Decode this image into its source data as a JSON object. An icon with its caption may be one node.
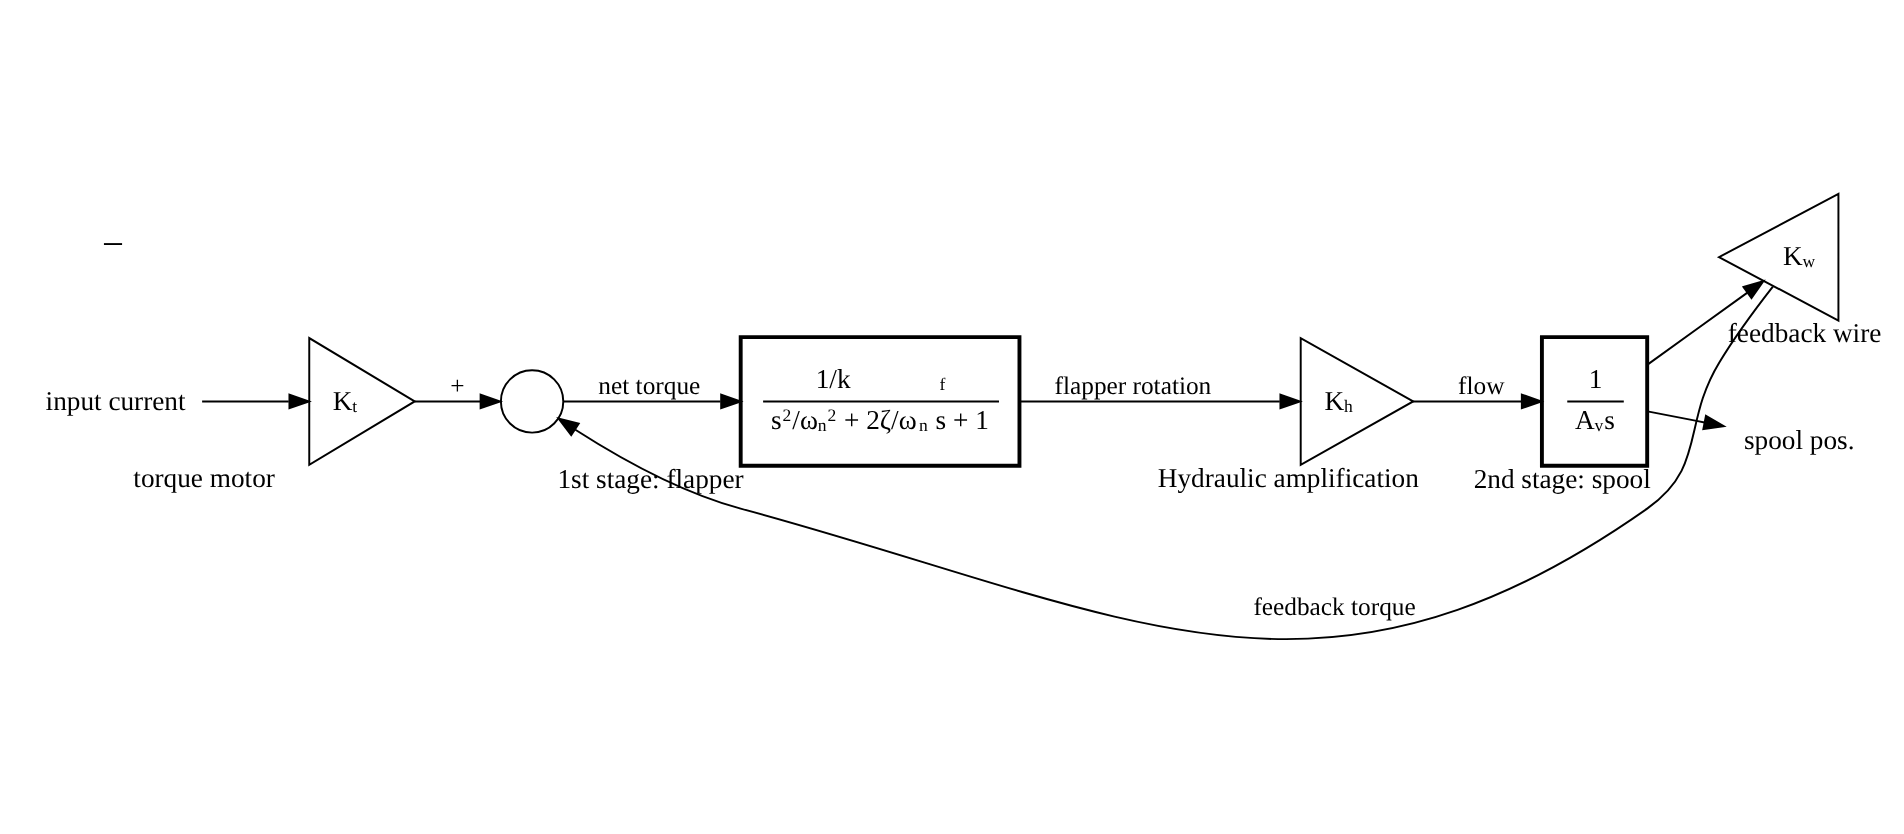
{
  "diagram": {
    "nodes": [
      {
        "text": [
          "input current"
        ]
      },
      {
        "text": [
          "K$_{t}$"
        ],
        "beside": [
          "torque motor"
        ]
      },
      {
        "text": [],
        "shape": "circle"
      },
      {
        "text": [
          "1/k$_{f}$",
          "s$^{2}$/ω$_{n}$$^{2}$ + 2ζ/ω$_{n}$ s + 1"
        ],
        "beside": [
          "1st stage: flapper"
        ]
      },
      {
        "text": [
          "K$_{h}$"
        ],
        "beside": [
          "Hydraulic amplification"
        ]
      },
      {
        "text": [
          "1",
          "A$_{v}$s"
        ],
        "beside": [
          "2nd stage: spool"
        ]
      },
      {
        "text": [
          "K$_{w}$"
        ],
        "beside": [
          "feedback wire"
        ]
      },
      {
        "text": [
          "spool pos."
        ]
      }
    ],
    "edges": [
      {
        "from": 0,
        "to": 1,
        "arrow": "to"
      },
      {
        "from": 1,
        "to": 2,
        "arrow": "to",
        "label": "+"
      },
      {
        "from": 2,
        "to": 3,
        "arrow": "to",
        "label": "net torque"
      },
      {
        "from": 3,
        "to": 4,
        "arrow": "to",
        "label": "flapper rotation"
      },
      {
        "from": 4,
        "to": 5,
        "arrow": "to",
        "label": "flow"
      },
      {
        "from": 5,
        "to": 7,
        "arrow": "to"
      },
      {
        "from": 5,
        "to": 6,
        "arrow": "to"
      },
      {
        "from": 6,
        "to": 2,
        "arrow": "to",
        "label": "feedback torque"
      }
    ],
    "labels": [
      "−"
    ]
  }
}
